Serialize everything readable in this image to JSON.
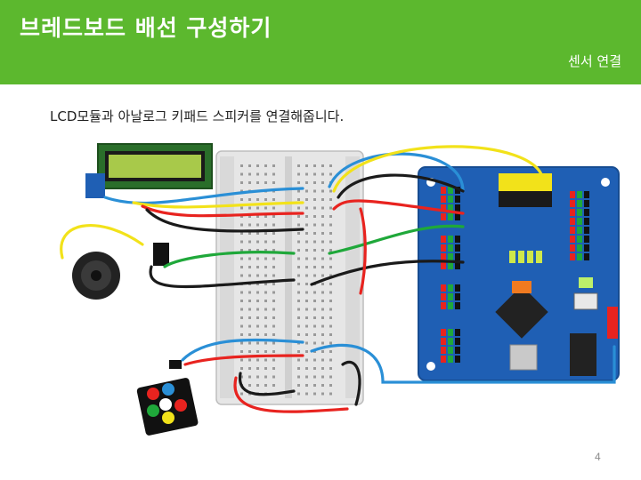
{
  "slide": {
    "title": "브레드보드 배선 구성하기",
    "subtitle": "센서 연결",
    "caption": "LCD모듈과 아날로그 키패드 스피커를 연결해줍니다.",
    "page_number": "4"
  },
  "colors": {
    "header_bg": "#5cb82e",
    "board_blue": "#1f5fb4",
    "breadboard": "#e8e8e8",
    "lcd_screen": "#a8c94a",
    "wire_red": "#e8231f",
    "wire_black": "#1a1a1a",
    "wire_yellow": "#f2e21a",
    "wire_blue": "#2a8fd6",
    "wire_green": "#1fa83a"
  },
  "components": {
    "lcd": "lcd-module",
    "speaker": "speaker",
    "keypad": "analog-keypad",
    "breadboard": "breadboard",
    "board": "sensor-shield-board"
  }
}
